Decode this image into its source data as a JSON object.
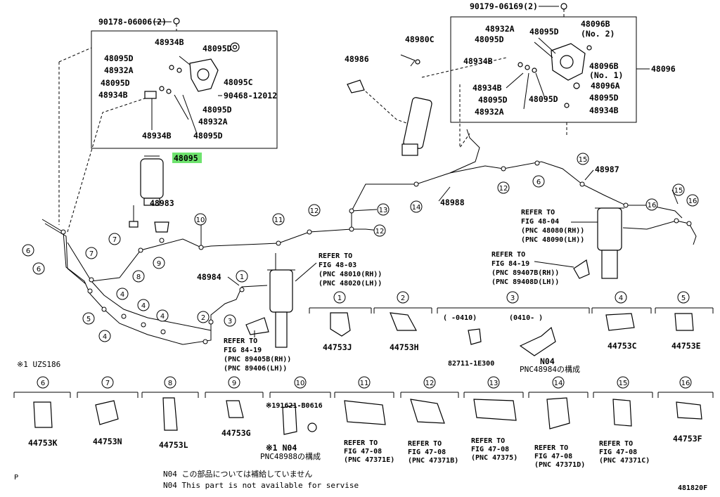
{
  "box_left": {
    "top_label": "90178-06006(2)",
    "labels": [
      "48934B",
      "48095D",
      "48932A",
      "48095D",
      "48934B",
      "48095D",
      "48095C",
      "90468-12012",
      "48095D",
      "48932A",
      "48934B",
      "48095D"
    ],
    "assembly_label": "48095"
  },
  "box_right": {
    "top_label": "90179-06169(2)",
    "labels": [
      "48932A",
      "48095D",
      "48095D",
      "48096B",
      "(No. 2)",
      "48934B",
      "48096B",
      "(No. 1)",
      "48934B",
      "48095D",
      "48096A",
      "48095D",
      "48095D",
      "48932A",
      "48934B"
    ],
    "assembly_label": "48096"
  },
  "main_labels": [
    "48980C",
    "48986",
    "48983",
    "48988",
    "48987",
    "48984"
  ],
  "refs": {
    "r1": [
      "REFER TO",
      "FIG 48-04",
      "(PNC 48080(RH))",
      "(PNC 48090(LH))"
    ],
    "r2": [
      "REFER TO",
      "FIG 48-03",
      "(PNC 48010(RH))",
      "(PNC 48020(LH))"
    ],
    "r3": [
      "REFER TO",
      "FIG 84-19",
      "(PNC 89407B(RH))",
      "(PNC 89408D(LH))"
    ],
    "r4": [
      "REFER TO",
      "FIG 84-19",
      "(PNC 89405B(RH))",
      "(PNC 89406(LH))"
    ]
  },
  "clamp_row1": {
    "numbers": [
      "1",
      "2",
      "3",
      "4",
      "5"
    ],
    "parts": [
      "44753J",
      "44753H",
      "82711-1E300",
      "44753C",
      "44753E"
    ],
    "ranges": [
      "(    -0410)",
      "(0410-      )"
    ],
    "n04": "N04",
    "n04_note": "PNC48984の構成"
  },
  "clamp_row2": {
    "numbers": [
      "6",
      "7",
      "8",
      "9",
      "10",
      "11",
      "12",
      "13",
      "14",
      "15",
      "16"
    ],
    "parts": [
      "44753K",
      "44753N",
      "44753L",
      "44753G"
    ],
    "p10_top": "※191621-B0616",
    "p10_mark": "※1 N04",
    "p10_note": "PNC48988の構成",
    "refs": [
      [
        "REFER TO",
        "FIG 47-08",
        "(PNC 47371E)"
      ],
      [
        "REFER TO",
        "FIG 47-08",
        "(PNC 47371B)"
      ],
      [
        "REFER TO",
        "FIG 47-08",
        "(PNC 47375)"
      ],
      [
        "REFER TO",
        "FIG 47-08",
        "(PNC 47371D)"
      ],
      [
        "REFER TO",
        "FIG 47-08",
        "(PNC 47371C)"
      ]
    ],
    "p16": "44753F"
  },
  "footnote_model": "※1  UZS186",
  "footer": {
    "p": "P",
    "line1": "N04 この部品については補給していません",
    "line2": "N04 This part is not available for servise",
    "code": "481820F"
  },
  "callouts": [
    "1",
    "2",
    "3",
    "4",
    "5",
    "6",
    "7",
    "8",
    "9",
    "10",
    "11",
    "12",
    "13",
    "14",
    "15",
    "16"
  ],
  "highlight_color": "#6ee36e"
}
